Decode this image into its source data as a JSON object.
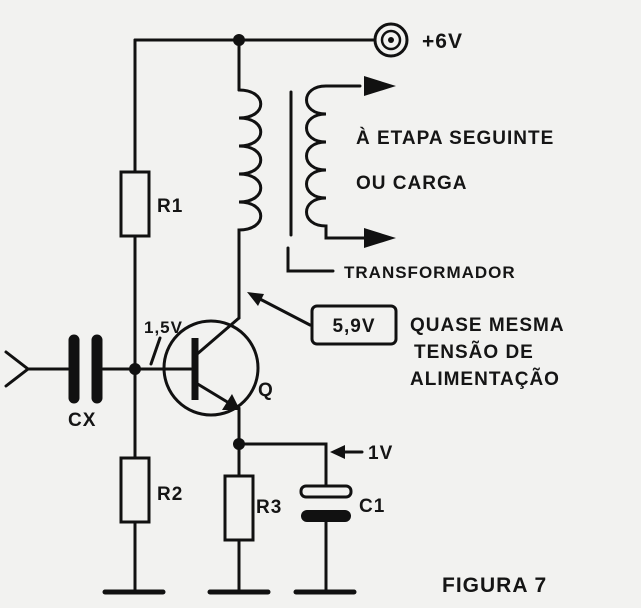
{
  "labels": {
    "supply": "+6V",
    "output_line1": "À ETAPA SEGUINTE",
    "output_line2": "OU  CARGA",
    "transformer": "TRANSFORMADOR",
    "r1": "R1",
    "r2": "R2",
    "r3": "R3",
    "cx": "CX",
    "c1": "C1",
    "q": "Q",
    "base_voltage": "1,5V",
    "collector_voltage": "5,9V",
    "note_line1": "QUASE MESMA",
    "note_line2": "TENSÃO  DE",
    "note_line3": "ALIMENTAÇÃO",
    "emitter_voltage": "1V",
    "figure": "FIGURA 7"
  }
}
